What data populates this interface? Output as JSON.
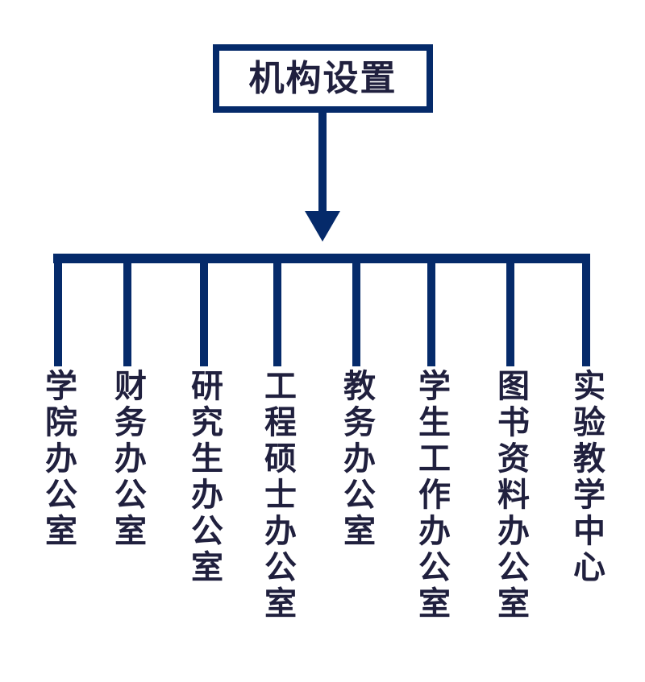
{
  "title": "机构设置",
  "colors": {
    "line": "#052a6a",
    "text": "#20203e",
    "background": "#ffffff"
  },
  "departments": [
    {
      "label": "学院办公室"
    },
    {
      "label": "财务办公室"
    },
    {
      "label": "研究生办公室"
    },
    {
      "label": "工程硕士办公室"
    },
    {
      "label": "教务办公室"
    },
    {
      "label": "学生工作办公室"
    },
    {
      "label": "图书资料办公室"
    },
    {
      "label": "实验教学中心"
    }
  ]
}
